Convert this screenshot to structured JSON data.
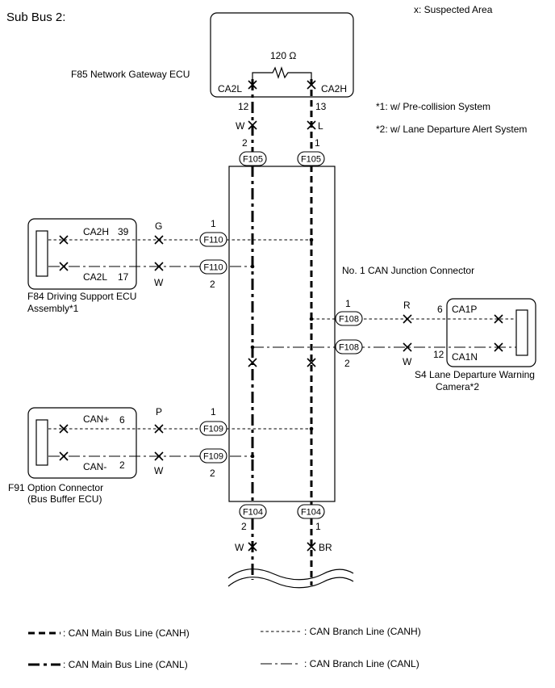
{
  "header": {
    "title": "Sub Bus 2:",
    "suspected": "x: Suspected Area"
  },
  "notes": {
    "n1": "*1: w/ Pre-collision System",
    "n2": "*2: w/ Lane Departure Alert System"
  },
  "gateway": {
    "label": "F85   Network Gateway ECU",
    "resistor": "120 Ω",
    "left_pin": "CA2L",
    "right_pin": "CA2H",
    "left_num": "12",
    "right_num": "13",
    "left_wire": "W",
    "right_wire": "L"
  },
  "f105": {
    "name": "F105",
    "left_num": "2",
    "right_num": "1"
  },
  "junction": {
    "label": "No. 1 CAN Junction Connector"
  },
  "dsecu": {
    "label1": "F84  Driving Support ECU",
    "label2": "Assembly*1",
    "pin_h": "CA2H",
    "pin_l": "CA2L",
    "num_h": "39",
    "num_l": "17",
    "wire_h": "G",
    "wire_l": "W",
    "conn": "F110",
    "conn_num_h": "1",
    "conn_num_l": "2"
  },
  "camera": {
    "label1": "S4   Lane Departure Warning",
    "label2": "Camera*2",
    "pin_h": "CA1P",
    "pin_l": "CA1N",
    "num_h": "6",
    "num_l": "12",
    "wire_h": "R",
    "wire_l": "W",
    "conn": "F108",
    "conn_num_h": "1",
    "conn_num_l": "2"
  },
  "option": {
    "label1": "F91  Option Connector",
    "label2": "(Bus Buffer ECU)",
    "pin_h": "CAN+",
    "pin_l": "CAN-",
    "num_h": "6",
    "num_l": "2",
    "wire_h": "P",
    "wire_l": "W",
    "conn": "F109",
    "conn_num_h": "1",
    "conn_num_l": "2"
  },
  "f104": {
    "name": "F104",
    "left_num": "2",
    "right_num": "1",
    "left_wire": "W",
    "right_wire": "BR"
  },
  "legend": {
    "main_h": ": CAN Main Bus Line (CANH)",
    "main_l": ": CAN Main Bus Line (CANL)",
    "branch_h": ": CAN Branch Line (CANH)",
    "branch_l": ": CAN Branch Line (CANL)"
  }
}
